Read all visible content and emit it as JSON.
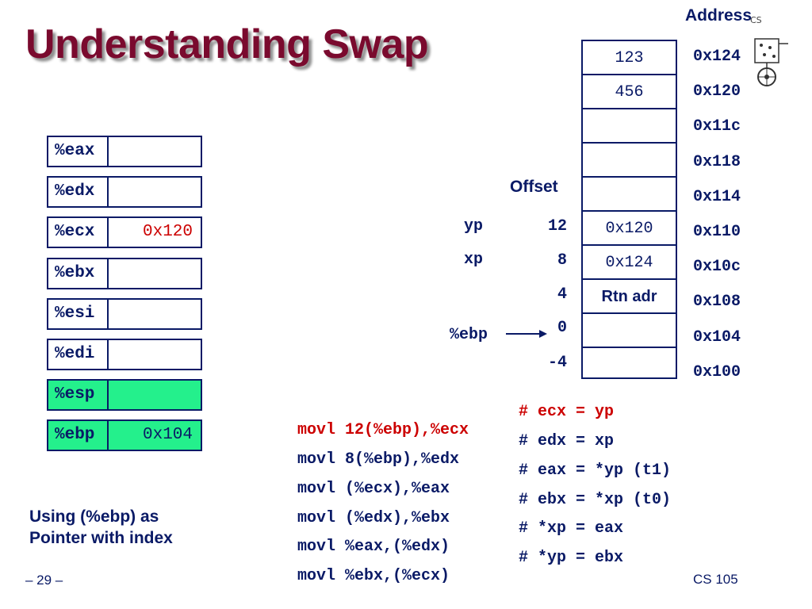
{
  "slide": {
    "title": "Understanding Swap",
    "page_number": "– 29 –",
    "course": "CS 105",
    "note_line1": "Using (%ebp) as",
    "note_line2": "Pointer with index",
    "logo_text": "CS"
  },
  "registers": [
    {
      "name": "%eax",
      "value": "",
      "highlight": false
    },
    {
      "name": "%edx",
      "value": "",
      "highlight": false
    },
    {
      "name": "%ecx",
      "value": "0x120",
      "highlight": false
    },
    {
      "name": "%ebx",
      "value": "",
      "highlight": false
    },
    {
      "name": "%esi",
      "value": "",
      "highlight": false
    },
    {
      "name": "%edi",
      "value": "",
      "highlight": false
    },
    {
      "name": "%esp",
      "value": "",
      "highlight": true
    },
    {
      "name": "%ebp",
      "value": "0x104",
      "highlight": true
    }
  ],
  "memory": {
    "address_header": "Address",
    "offset_header": "Offset",
    "cells": [
      "123",
      "456",
      "",
      "",
      "",
      "0x120",
      "0x124",
      "Rtn adr",
      "",
      ""
    ],
    "addresses": [
      "0x124",
      "0x120",
      "0x11c",
      "0x118",
      "0x114",
      "0x110",
      "0x10c",
      "0x108",
      "0x104",
      "0x100"
    ],
    "offsets": [
      "12",
      "8",
      "4",
      "0",
      "-4"
    ],
    "labels": [
      "yp",
      "xp",
      "%ebp"
    ]
  },
  "code": [
    {
      "instr": "movl 12(%ebp),%ecx",
      "comment": "# ecx = yp"
    },
    {
      "instr": "movl 8(%ebp),%edx",
      "comment": "# edx = xp"
    },
    {
      "instr": "movl (%ecx),%eax",
      "comment": "# eax = *yp (t1)"
    },
    {
      "instr": "movl (%edx),%ebx",
      "comment": "# ebx = *xp (t0)"
    },
    {
      "instr": "movl %eax,(%edx)",
      "comment": "# *xp = eax"
    },
    {
      "instr": "movl %ebx,(%ecx)",
      "comment": "# *yp = ebx"
    }
  ],
  "colors": {
    "title": "#7a0a2e",
    "text": "#0a1a66",
    "highlight": "#24f08c",
    "active": "#cc0000"
  }
}
